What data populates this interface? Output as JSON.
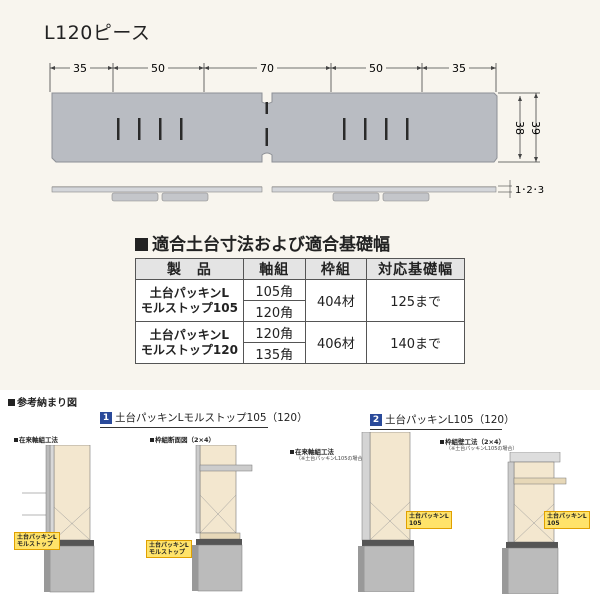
{
  "title": "L120ピース",
  "drawing": {
    "dims_top": [
      "35",
      "50",
      "70",
      "50",
      "35"
    ],
    "dim_right_inner": "38",
    "dim_right_outer": "39",
    "dim_thickness": "1･2･3"
  },
  "spec": {
    "heading": "適合土台寸法および適合基礎幅",
    "headers": [
      "製　品",
      "軸組",
      "枠組",
      "対応基礎幅"
    ],
    "rows": [
      {
        "product_line1": "土台パッキンL",
        "product_line2": "モルストップ105",
        "jiku": [
          "105角",
          "120角"
        ],
        "waku": "404材",
        "width": "125まで"
      },
      {
        "product_line1": "土台パッキンL",
        "product_line2": "モルストップ120",
        "jiku": [
          "120角",
          "135角"
        ],
        "waku": "406材",
        "width": "140まで"
      }
    ]
  },
  "reference": {
    "heading": "参考納まり図",
    "case1": {
      "badge": "1",
      "title": "土台パッキンLモルストップ105（120）",
      "sub_a": "在来軸組工法",
      "sub_b": "枠組断面図（2×4）",
      "callout_a": [
        "土台パッキンL",
        "モルストップ"
      ],
      "callout_b": [
        "土台パッキンL",
        "モルストップ"
      ]
    },
    "case2": {
      "badge": "2",
      "title": "土台パッキンL105（120）",
      "sub_a": "在来軸組工法",
      "sub_a_note": "（※土台パッキンL105の場合）",
      "sub_b": "枠組壁工法（2×4）",
      "sub_b_note": "（※土台パッキンL105の場合）",
      "callout_a": [
        "土台パッキンL",
        "105"
      ],
      "callout_b": [
        "土台パッキンL",
        "105"
      ]
    }
  }
}
